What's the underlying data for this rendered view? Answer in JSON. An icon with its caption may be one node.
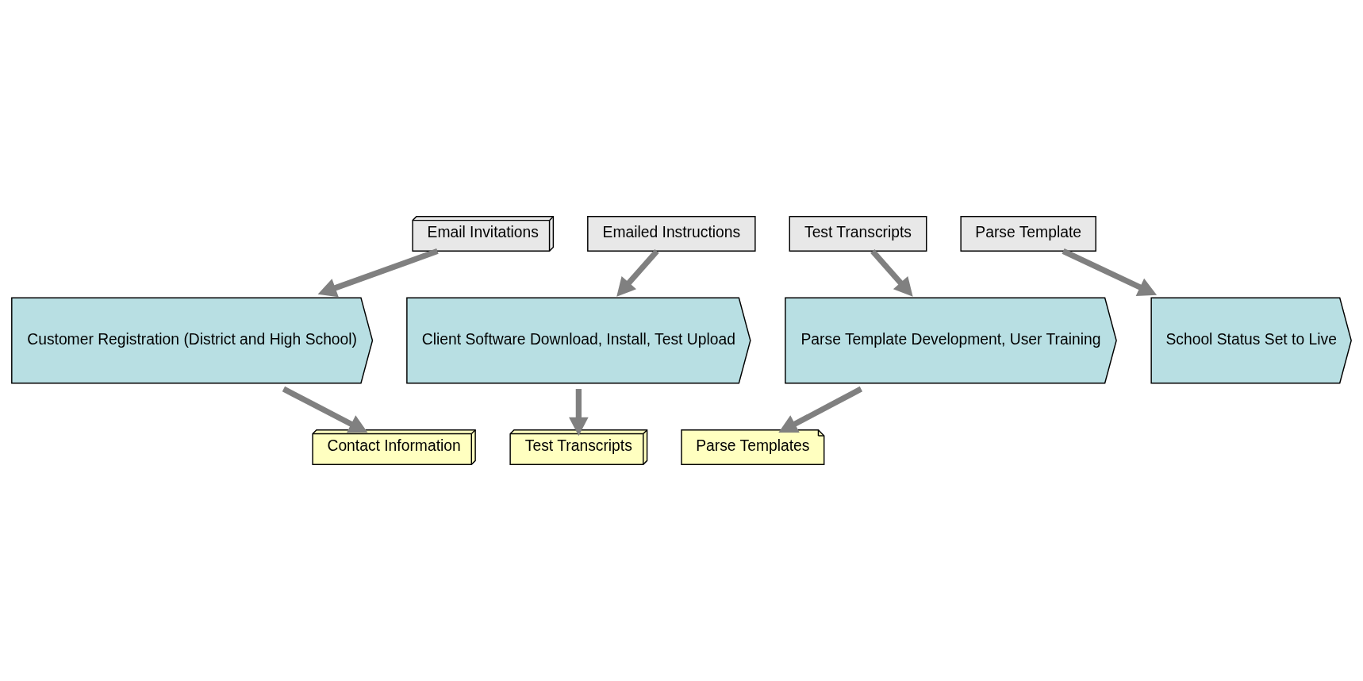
{
  "diagram": {
    "nodes": [
      {
        "text": [
          "Email Invitations"
        ]
      },
      {
        "text": [
          "Emailed Instructions"
        ]
      },
      {
        "text": [
          "Test Transcripts"
        ]
      },
      {
        "text": [
          "Parse Template"
        ]
      },
      {
        "text": [
          "Customer Registration (District and High School)"
        ]
      },
      {
        "text": [
          "Client Software Download, Install, Test Upload"
        ]
      },
      {
        "text": [
          "Parse Template Development, User Training"
        ]
      },
      {
        "text": [
          "School Status Set to Live"
        ]
      },
      {
        "text": [
          "Contact Information"
        ]
      },
      {
        "text": [
          "Test Transcripts"
        ]
      },
      {
        "text": [
          "Parse Templates"
        ]
      }
    ],
    "edges": [
      {
        "from": 0,
        "to": 4,
        "arrow": "to"
      },
      {
        "from": 1,
        "to": 5,
        "arrow": "to"
      },
      {
        "from": 2,
        "to": 6,
        "arrow": "to"
      },
      {
        "from": 3,
        "to": 7,
        "arrow": "to"
      },
      {
        "from": 4,
        "to": 8,
        "arrow": "to"
      },
      {
        "from": 5,
        "to": 9,
        "arrow": "to"
      },
      {
        "from": 6,
        "to": 10,
        "arrow": "to"
      }
    ]
  }
}
